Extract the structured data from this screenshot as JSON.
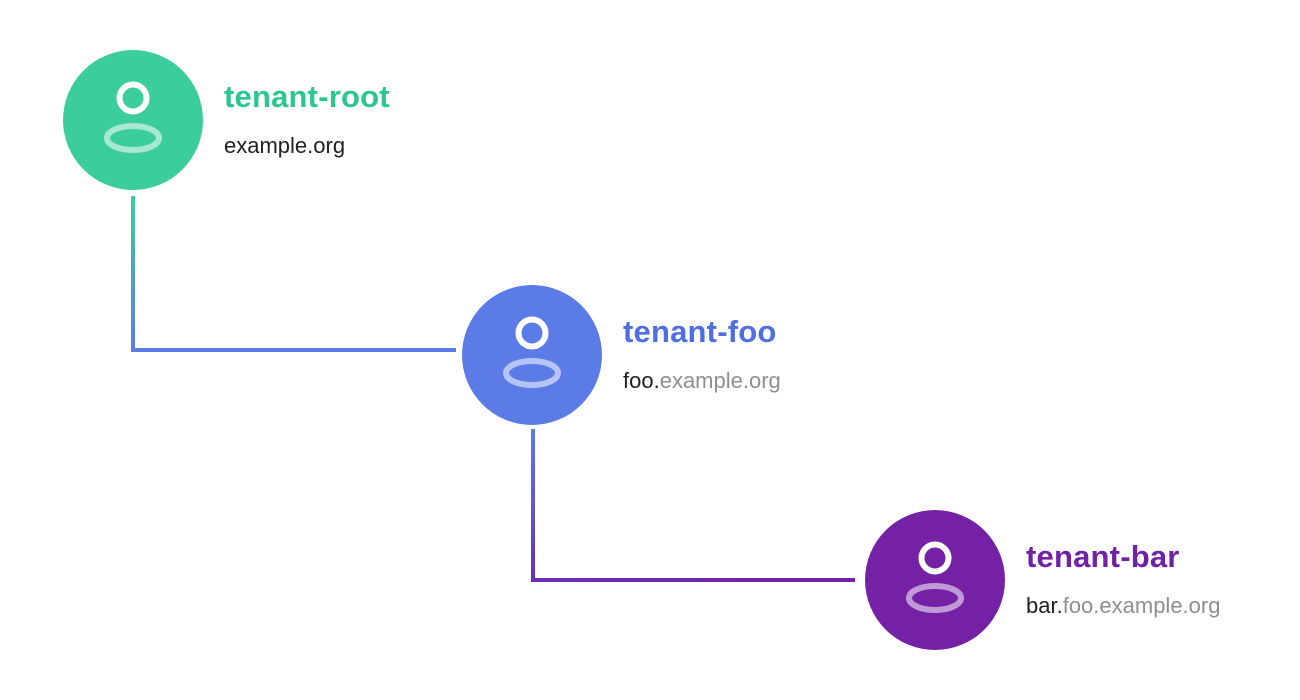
{
  "page": {
    "background": "#ffffff"
  },
  "diagram": {
    "nodes": [
      {
        "id": "tenant-root",
        "label": "tenant-root",
        "domain_own": "example.org",
        "domain_parent": "",
        "circle_color": "#3ccd9d",
        "label_color": "#2cc690",
        "icon": "user-icon"
      },
      {
        "id": "tenant-foo",
        "label": "tenant-foo",
        "domain_own": "foo.",
        "domain_parent": "example.org",
        "circle_color": "#5b7ce6",
        "label_color": "#4d6fe3",
        "icon": "user-icon"
      },
      {
        "id": "tenant-bar",
        "label": "tenant-bar",
        "domain_own": "bar.",
        "domain_parent": "foo.example.org",
        "circle_color": "#7421a5",
        "label_color": "#7120a8",
        "icon": "user-icon"
      }
    ],
    "domain_own_color": "#212121",
    "domain_parent_color": "#8f8f8f",
    "icon_stroke_color": "#ffffff",
    "icon_body_stroke_color": "rgba(255,255,255,0.55)",
    "connectors": [
      {
        "from_node": "tenant-root",
        "to_node": "tenant-foo",
        "start_color": "#3ccd9d",
        "corner_color": "#5b7ce6",
        "end_color": "#5b7ce6"
      },
      {
        "from_node": "tenant-foo",
        "to_node": "tenant-bar",
        "start_color": "#5b7ce6",
        "corner_color": "#6c2eb4",
        "end_color": "#7421a5"
      }
    ]
  }
}
